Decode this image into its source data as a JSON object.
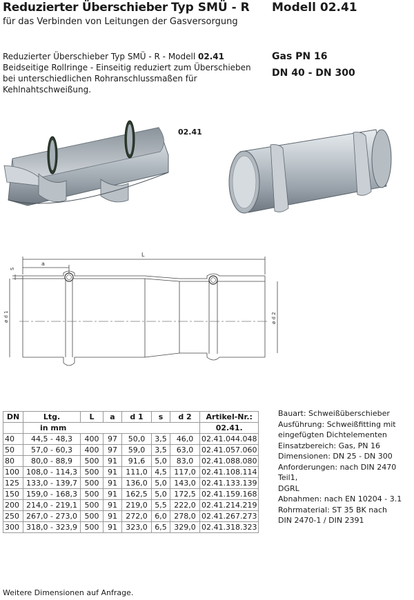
{
  "header": {
    "title": "Reduzierter Überschieber",
    "type": "Typ  SMÜ - R",
    "model": "Modell 02.41",
    "subtitle": "für das Verbinden von Leitungen der Gasversorgung"
  },
  "description": {
    "line1_prefix": "Reduzierter Überschieber Typ SMÜ - R - Modell ",
    "line1_bold": "02.41",
    "line2": "Beidseitige Rollringe - Einseitig reduziert zum Überschieben",
    "line3": "bei unterschiedlichen Rohranschlussmaßen für",
    "line4": "Kehlnahtschweißung."
  },
  "specs": {
    "pressure": "Gas PN 16",
    "range": "DN 40 - DN 300"
  },
  "illustration": {
    "model_label": "02.41"
  },
  "drawing": {
    "label_L": "L",
    "label_a": "a",
    "label_S": "S",
    "label_d1": "ø d 1",
    "label_d2": "ø d 2"
  },
  "table": {
    "headers": [
      "DN",
      "Ltg.",
      "L",
      "a",
      "d 1",
      "s",
      "d 2",
      "Artikel-Nr.:"
    ],
    "unit_label": "in mm",
    "article_prefix": "02.41.",
    "rows": [
      [
        "40",
        "44,5 - 48,3",
        "400",
        "97",
        "50,0",
        "3,5",
        "46,0",
        "02.41.044.048"
      ],
      [
        "50",
        "57,0 - 60,3",
        "400",
        "97",
        "59,0",
        "3,5",
        "63,0",
        "02.41.057.060"
      ],
      [
        "80",
        "80,0 - 88,9",
        "500",
        "91",
        "91,6",
        "5,0",
        "83,0",
        "02.41.088.080"
      ],
      [
        "100",
        "108,0 - 114,3",
        "500",
        "91",
        "111,0",
        "4,5",
        "117,0",
        "02.41.108.114"
      ],
      [
        "125",
        "133,0 - 139,7",
        "500",
        "91",
        "136,0",
        "5,0",
        "143,0",
        "02.41.133.139"
      ],
      [
        "150",
        "159,0 - 168,3",
        "500",
        "91",
        "162,5",
        "5,0",
        "172,5",
        "02.41.159.168"
      ],
      [
        "200",
        "214,0 - 219,1",
        "500",
        "91",
        "219,0",
        "5,5",
        "222,0",
        "02.41.214.219"
      ],
      [
        "250",
        "267,0 - 273,0",
        "500",
        "91",
        "272,0",
        "6,0",
        "278,0",
        "02.41.267.273"
      ],
      [
        "300",
        "318,0 - 323,9",
        "500",
        "91",
        "323,0",
        "6,5",
        "329,0",
        "02.41.318.323"
      ]
    ]
  },
  "notes": [
    "Bauart: Schweißüberschieber",
    "Ausführung: Schweißfitting mit",
    "eingefügten Dichtelementen",
    "Einsatzbereich: Gas, PN 16",
    "Dimensionen: DN 25 - DN 300",
    "Anforderungen: nach DIN 2470 Teil1,",
    "DGRL",
    "Abnahmen: nach EN 10204 - 3.1",
    "Rohrmaterial: ST 35 BK nach",
    "DIN 2470-1 / DIN 2391"
  ],
  "footer": "Weitere Dimensionen auf Anfrage."
}
